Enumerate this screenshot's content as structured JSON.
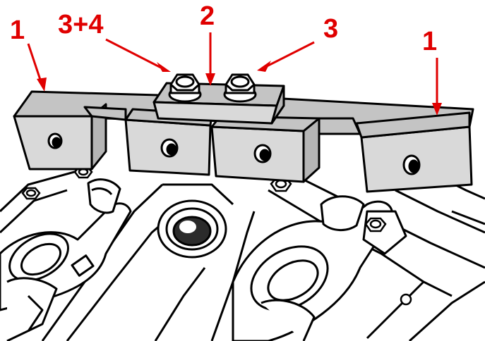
{
  "callouts": {
    "one_left": "1",
    "three_plus_four": "3+4",
    "two": "2",
    "three": "3",
    "one_right": "1"
  },
  "colors": {
    "callout": "#e00000",
    "block_front": "#d9d9d9",
    "block_top": "#c4c4c4",
    "line": "#000000",
    "background": "#ffffff"
  }
}
